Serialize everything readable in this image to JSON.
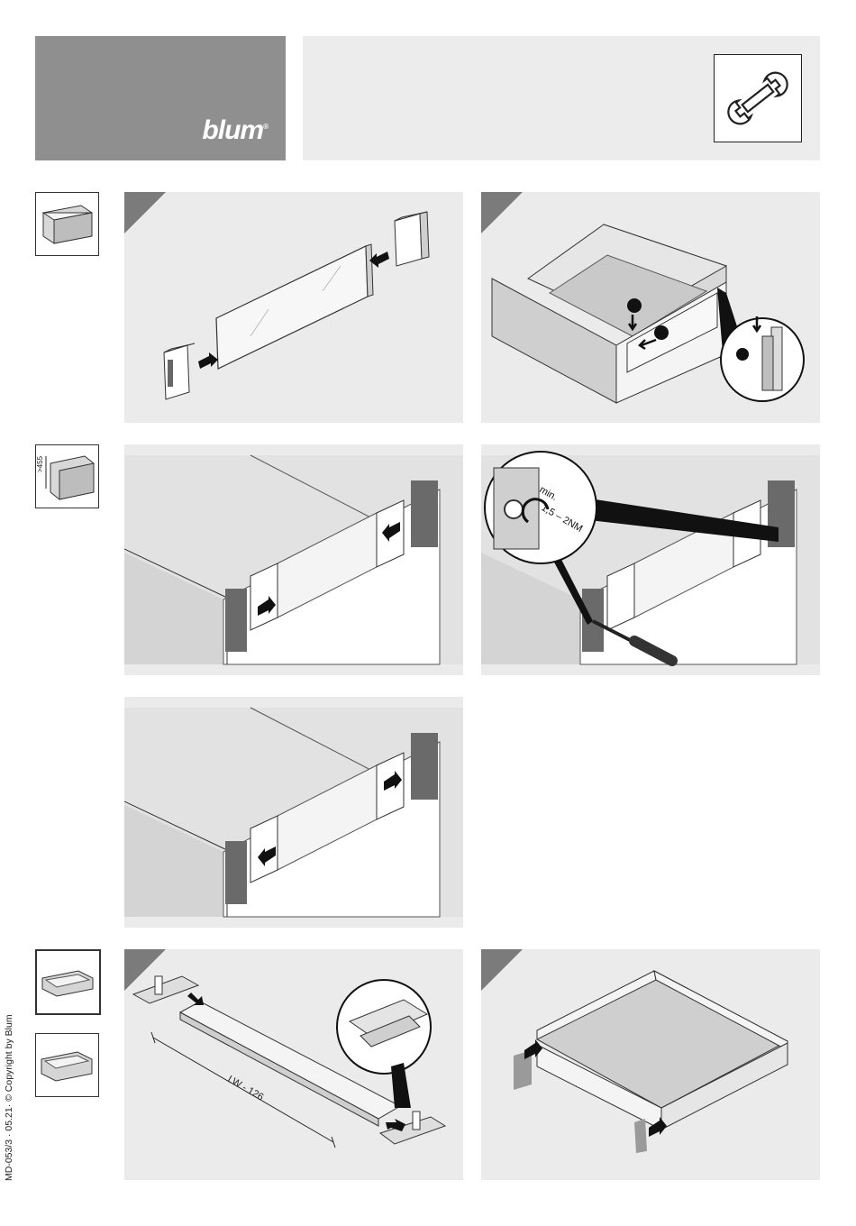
{
  "header": {
    "brand": "blum",
    "tool_icon": "wrench-icon"
  },
  "steps": {
    "torque_min": "min.",
    "torque_value": "1,5 – 2NM",
    "rail_length": "LW - 126"
  },
  "thumbs": {
    "height_label": ">455"
  },
  "footer": {
    "copyright": "MD-053/3 · 05.21· © Copyright by Blum"
  },
  "colors": {
    "header_dark": "#8f8f8f",
    "header_light": "#ececec",
    "panel_bg": "#ebebeb",
    "corner_tab": "#7b7b7b"
  }
}
